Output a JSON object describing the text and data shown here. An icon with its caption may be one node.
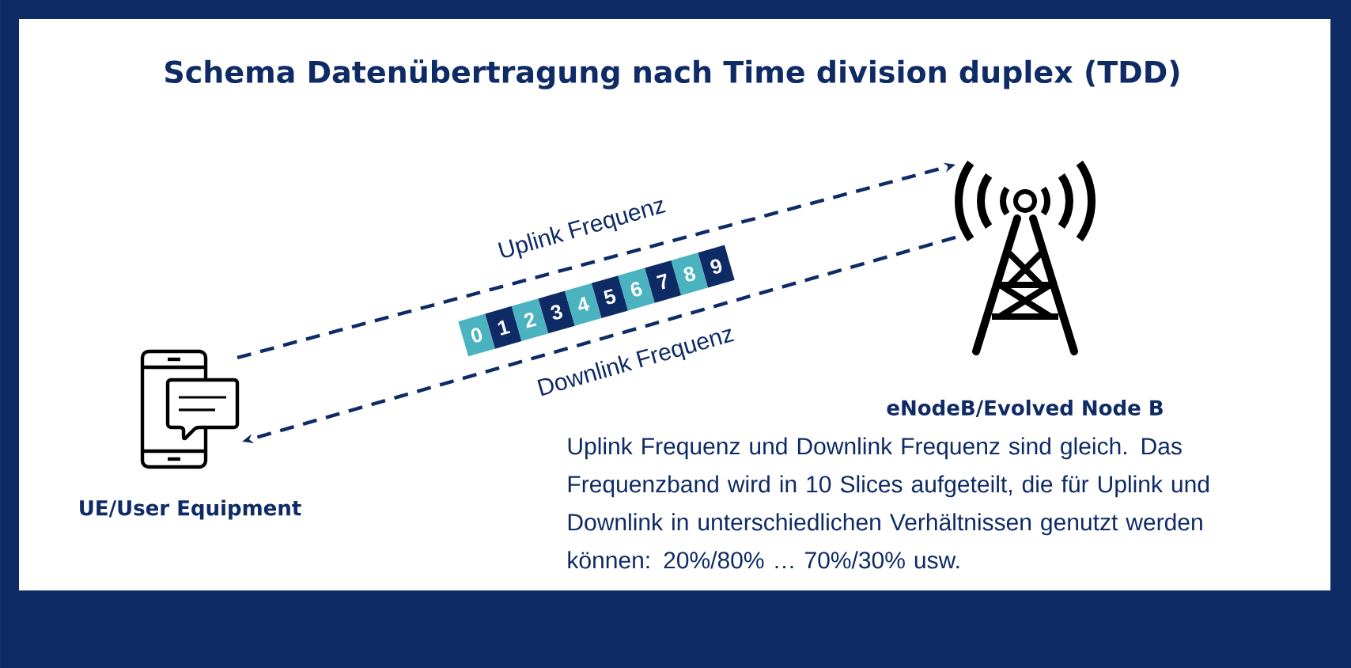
{
  "diagram": {
    "title": "Schema Datenübertragung nach Time division duplex (TDD)",
    "nodes": [
      {
        "text": [
          "UE/User Equipment"
        ]
      },
      {
        "text": [
          "eNodeB/Evolved Node B"
        ]
      }
    ],
    "edges": [
      {
        "from": 0,
        "to": 1,
        "arrow": "to",
        "style": "dashed",
        "label": "Uplink Frequenz"
      },
      {
        "from": 1,
        "to": 0,
        "arrow": "to",
        "style": "dashed",
        "label": "Downlink Frequenz"
      }
    ],
    "labels": [
      "0",
      "1",
      "2",
      "3",
      "4",
      "5",
      "6",
      "7",
      "8",
      "9",
      "Uplink Frequenz und Downlink Frequenz sind gleich. Das Frequenzband wird in 10 Slices aufgeteilt, die für Uplink und Downlink in unterschiedlichen Verhältnissen genutzt werden können: 20%/80% … 70%/30% usw."
    ]
  }
}
